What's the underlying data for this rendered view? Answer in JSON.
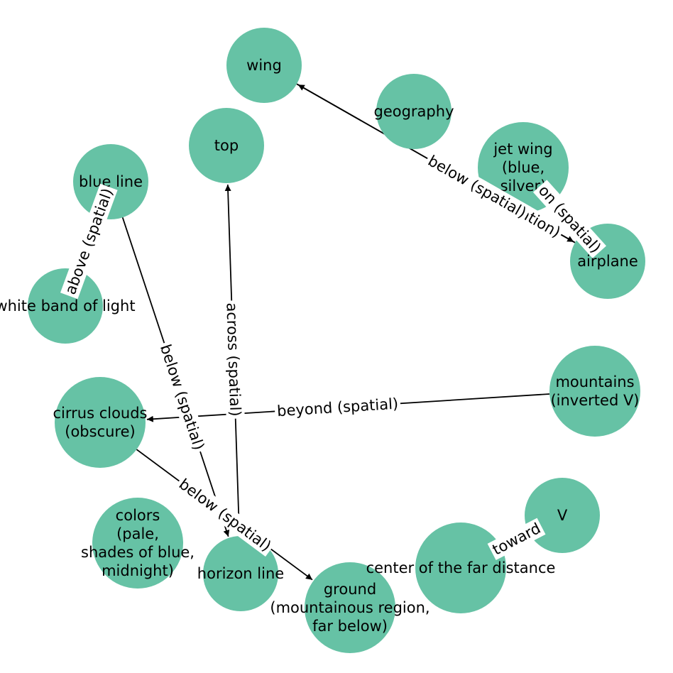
{
  "colors": {
    "node_fill": "#66c2a5",
    "edge": "#000000",
    "label_bg": "#ffffff"
  },
  "nodes": [
    {
      "id": "wing",
      "label": "wing"
    },
    {
      "id": "geography",
      "label": "geography"
    },
    {
      "id": "jetwing",
      "label": "jet wing\n(blue,\nsilver)"
    },
    {
      "id": "airplane",
      "label": "airplane"
    },
    {
      "id": "top",
      "label": "top"
    },
    {
      "id": "blueline",
      "label": "blue line"
    },
    {
      "id": "whiteband",
      "label": "white band of light"
    },
    {
      "id": "mountains",
      "label": "mountains\n(inverted V)"
    },
    {
      "id": "cirrus",
      "label": "cirrus clouds\n(obscure)"
    },
    {
      "id": "v",
      "label": "V"
    },
    {
      "id": "colors",
      "label": "colors\n(pale,\nshades of blue,\nmidnight)"
    },
    {
      "id": "center",
      "label": "center of the far distance"
    },
    {
      "id": "horizon",
      "label": "horizon line"
    },
    {
      "id": "ground",
      "label": "ground\n(mountainous region,\nfar below)"
    }
  ],
  "edges": [
    {
      "id": "e1",
      "from": "airplane",
      "to": "wing",
      "label": "part_of (relation)"
    },
    {
      "id": "e2",
      "from": "wing",
      "to": "airplane",
      "label": "below (spatial)"
    },
    {
      "id": "e3",
      "from": "jetwing",
      "to": "airplane",
      "label": "on (spatial)"
    },
    {
      "id": "e4",
      "from": "whiteband",
      "to": "blueline",
      "label": "above (spatial)"
    },
    {
      "id": "e5",
      "from": "blueline",
      "to": "horizon",
      "label": "below (spatial)"
    },
    {
      "id": "e6",
      "from": "horizon",
      "to": "top",
      "label": "across (spatial)"
    },
    {
      "id": "e7",
      "from": "mountains",
      "to": "cirrus",
      "label": "beyond (spatial)"
    },
    {
      "id": "e8",
      "from": "cirrus",
      "to": "ground",
      "label": "below (spatial)"
    },
    {
      "id": "e9",
      "from": "center",
      "to": "v",
      "label": "toward"
    }
  ]
}
